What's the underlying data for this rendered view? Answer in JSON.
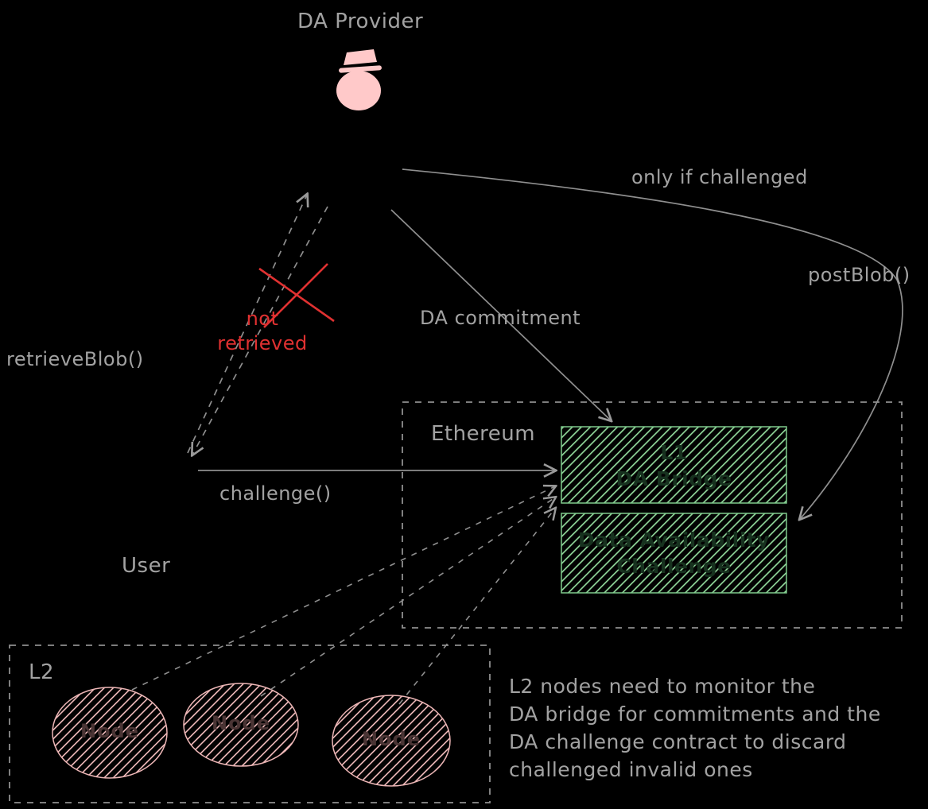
{
  "labels": {
    "da_provider": "DA Provider",
    "only_if_challenged": "only if challenged",
    "post_blob": "postBlob()",
    "da_commitment": "DA commitment",
    "retrieve_blob": "retrieveBlob()",
    "not_retrieved_line1": "not",
    "not_retrieved_line2": "retrieved",
    "challenge_call": "challenge()",
    "user": "User"
  },
  "ethereum": {
    "label": "Ethereum",
    "bridge_box": {
      "line1": "L1",
      "line2": "DA Bridge"
    },
    "challenge_box": {
      "line1": "Data Availability",
      "line2": "Challenge"
    }
  },
  "l2": {
    "label": "L2",
    "nodes": [
      "Node",
      "Node",
      "Node"
    ]
  },
  "note": {
    "lines": [
      "L2 nodes need to monitor the",
      "DA bridge for commitments and the",
      "DA challenge contract to discard",
      "challenged invalid ones"
    ]
  },
  "colors": {
    "text_gray": "#a2a2a2",
    "accent_red": "#e03131",
    "green_hatch": "#8fd699",
    "pink": "#ffc9c9"
  }
}
